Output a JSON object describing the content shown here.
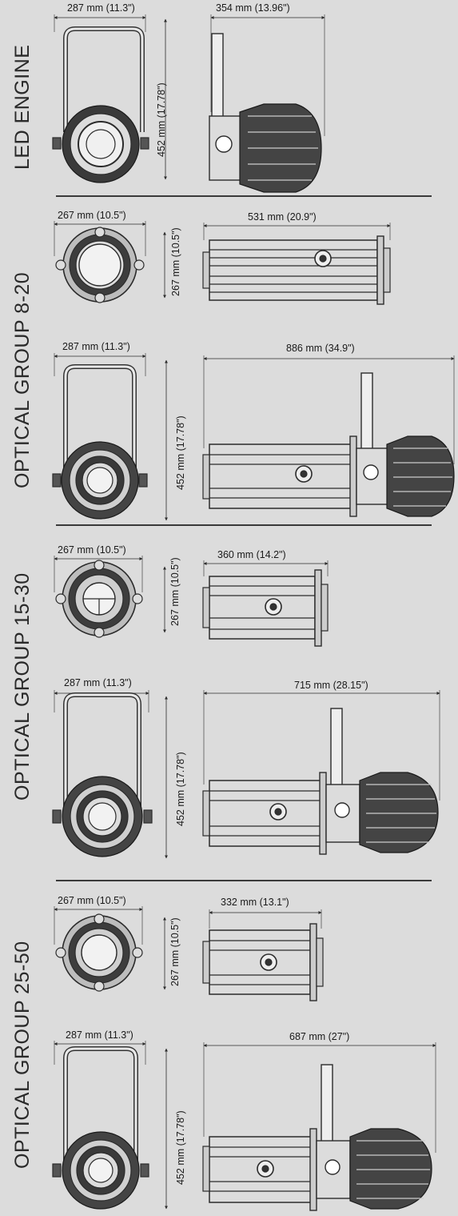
{
  "sections": [
    {
      "label": "LED ENGINE",
      "views": [
        {
          "name": "front",
          "width_label": "287 mm (11.3\")",
          "height_label": "452 mm (17.78\")"
        },
        {
          "name": "side",
          "length_label": "354 mm (13.96\")"
        }
      ]
    },
    {
      "label": "OPTICAL GROUP 8-20",
      "views": [
        {
          "name": "lens-front",
          "width_label": "267 mm (10.5\")",
          "height_label": "267 mm (10.5\")"
        },
        {
          "name": "lens-side",
          "length_label": "531 mm (20.9\")"
        },
        {
          "name": "assembly-front",
          "width_label": "287 mm (11.3\")",
          "height_label": "452 mm (17.78\")"
        },
        {
          "name": "assembly-side",
          "length_label": "886 mm (34.9\")"
        }
      ]
    },
    {
      "label": "OPTICAL GROUP 15-30",
      "views": [
        {
          "name": "lens-front",
          "width_label": "267 mm (10.5\")",
          "height_label": "267 mm (10.5\")"
        },
        {
          "name": "lens-side",
          "length_label": "360 mm (14.2\")"
        },
        {
          "name": "assembly-front",
          "width_label": "287 mm (11.3\")",
          "height_label": "452 mm (17.78\")"
        },
        {
          "name": "assembly-side",
          "length_label": "715 mm (28.15\")"
        }
      ]
    },
    {
      "label": "OPTICAL GROUP 25-50",
      "views": [
        {
          "name": "lens-front",
          "width_label": "267 mm (10.5\")",
          "height_label": "267 mm (10.5\")"
        },
        {
          "name": "lens-side",
          "length_label": "332 mm (13.1\")"
        },
        {
          "name": "assembly-front",
          "width_label": "287 mm (11.3\")",
          "height_label": "452 mm (17.78\")"
        },
        {
          "name": "assembly-side",
          "length_label": "687 mm (27\")"
        }
      ]
    }
  ],
  "colors": {
    "background": "#dcdcdc",
    "line": "#2b2b2b",
    "separator": "#3a3a3a"
  }
}
